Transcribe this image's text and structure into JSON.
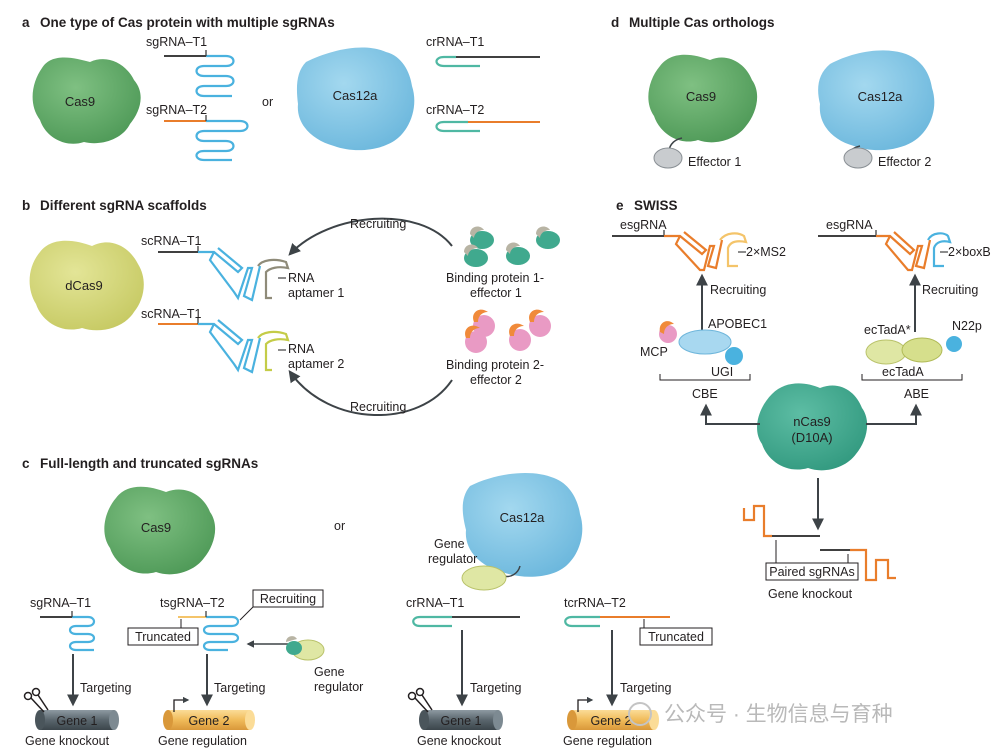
{
  "panels": {
    "a": {
      "letter": "a",
      "title": "One type of Cas protein with multiple sgRNAs",
      "cas9": "Cas9",
      "cas12a": "Cas12a",
      "or": "or",
      "sgrna_t1": "sgRNA–T1",
      "sgrna_t2": "sgRNA–T2",
      "crrna_t1": "crRNA–T1",
      "crrna_t2": "crRNA–T2"
    },
    "b": {
      "letter": "b",
      "title": "Different sgRNA scaffolds",
      "dcas9": "dCas9",
      "scrna_1": "scRNA–T1",
      "scrna_2": "scRNA–T1",
      "aptamer1_l1": "RNA",
      "aptamer1_l2": "aptamer 1",
      "aptamer2_l1": "RNA",
      "aptamer2_l2": "aptamer 2",
      "binding1_l1": "Binding protein 1-",
      "binding1_l2": "effector 1",
      "binding2_l1": "Binding protein 2-",
      "binding2_l2": "effector 2",
      "recruiting_top": "Recruiting",
      "recruiting_bottom": "Recruiting"
    },
    "c": {
      "letter": "c",
      "title": "Full-length and truncated sgRNAs",
      "cas9": "Cas9",
      "cas12a": "Cas12a",
      "or": "or",
      "sgrna_t1": "sgRNA–T1",
      "tsgrna_t2": "tsgRNA–T2",
      "recruiting_box": "Recruiting",
      "truncated_box_1": "Truncated",
      "gene_regulator_1_l1": "Gene",
      "gene_regulator_1_l2": "regulator",
      "gene_regulator_2_l1": "Gene",
      "gene_regulator_2_l2": "regulator",
      "crrna_t1": "crRNA–T1",
      "tcrrna_t2": "tcrRNA–T2",
      "truncated_box_2": "Truncated",
      "targeting_1": "Targeting",
      "targeting_2": "Targeting",
      "targeting_3": "Targeting",
      "targeting_4": "Targeting",
      "gene1_a": "Gene 1",
      "gene2_a": "Gene 2",
      "gene1_b": "Gene 1",
      "gene2_b": "Gene 2",
      "knockout_1": "Gene knockout",
      "regulation_1": "Gene regulation",
      "knockout_2": "Gene knockout",
      "regulation_2": "Gene regulation"
    },
    "d": {
      "letter": "d",
      "title": "Multiple Cas orthologs",
      "cas9": "Cas9",
      "cas12a": "Cas12a",
      "effector1": "Effector 1",
      "effector2": "Effector 2"
    },
    "e": {
      "letter": "e",
      "title": "SWISS",
      "esgrna_1": "esgRNA",
      "esgrna_2": "esgRNA",
      "ms2": "2×MS2",
      "boxb": "2×boxB",
      "recruiting_1": "Recruiting",
      "recruiting_2": "Recruiting",
      "apobec1": "APOBEC1",
      "mcp": "MCP",
      "ugi": "UGI",
      "ectada_star": "ecTadA*",
      "n22p": "N22p",
      "ectada": "ecTadA",
      "cbe": "CBE",
      "abe": "ABE",
      "ncas9_l1": "nCas9",
      "ncas9_l2": "(D10A)",
      "paired": "Paired sgRNAs",
      "knockout": "Gene knockout"
    }
  },
  "watermark": "公众号 · 生物信息与育种",
  "colors": {
    "green_blob": "#5fa866",
    "blue_blob": "#7cc3e3",
    "yellow_blob": "#d4d679",
    "teal_blob": "#3fa98f",
    "rna_blue": "#4ab2df",
    "orange": "#e97d2b",
    "teal_strand": "#4fb8a3",
    "gray_dark": "#404040",
    "gene_gray": "#5f6b73",
    "gene_yellow": "#f4c46a",
    "pale_green": "#dfe7a4",
    "pink": "#e99ac4"
  }
}
